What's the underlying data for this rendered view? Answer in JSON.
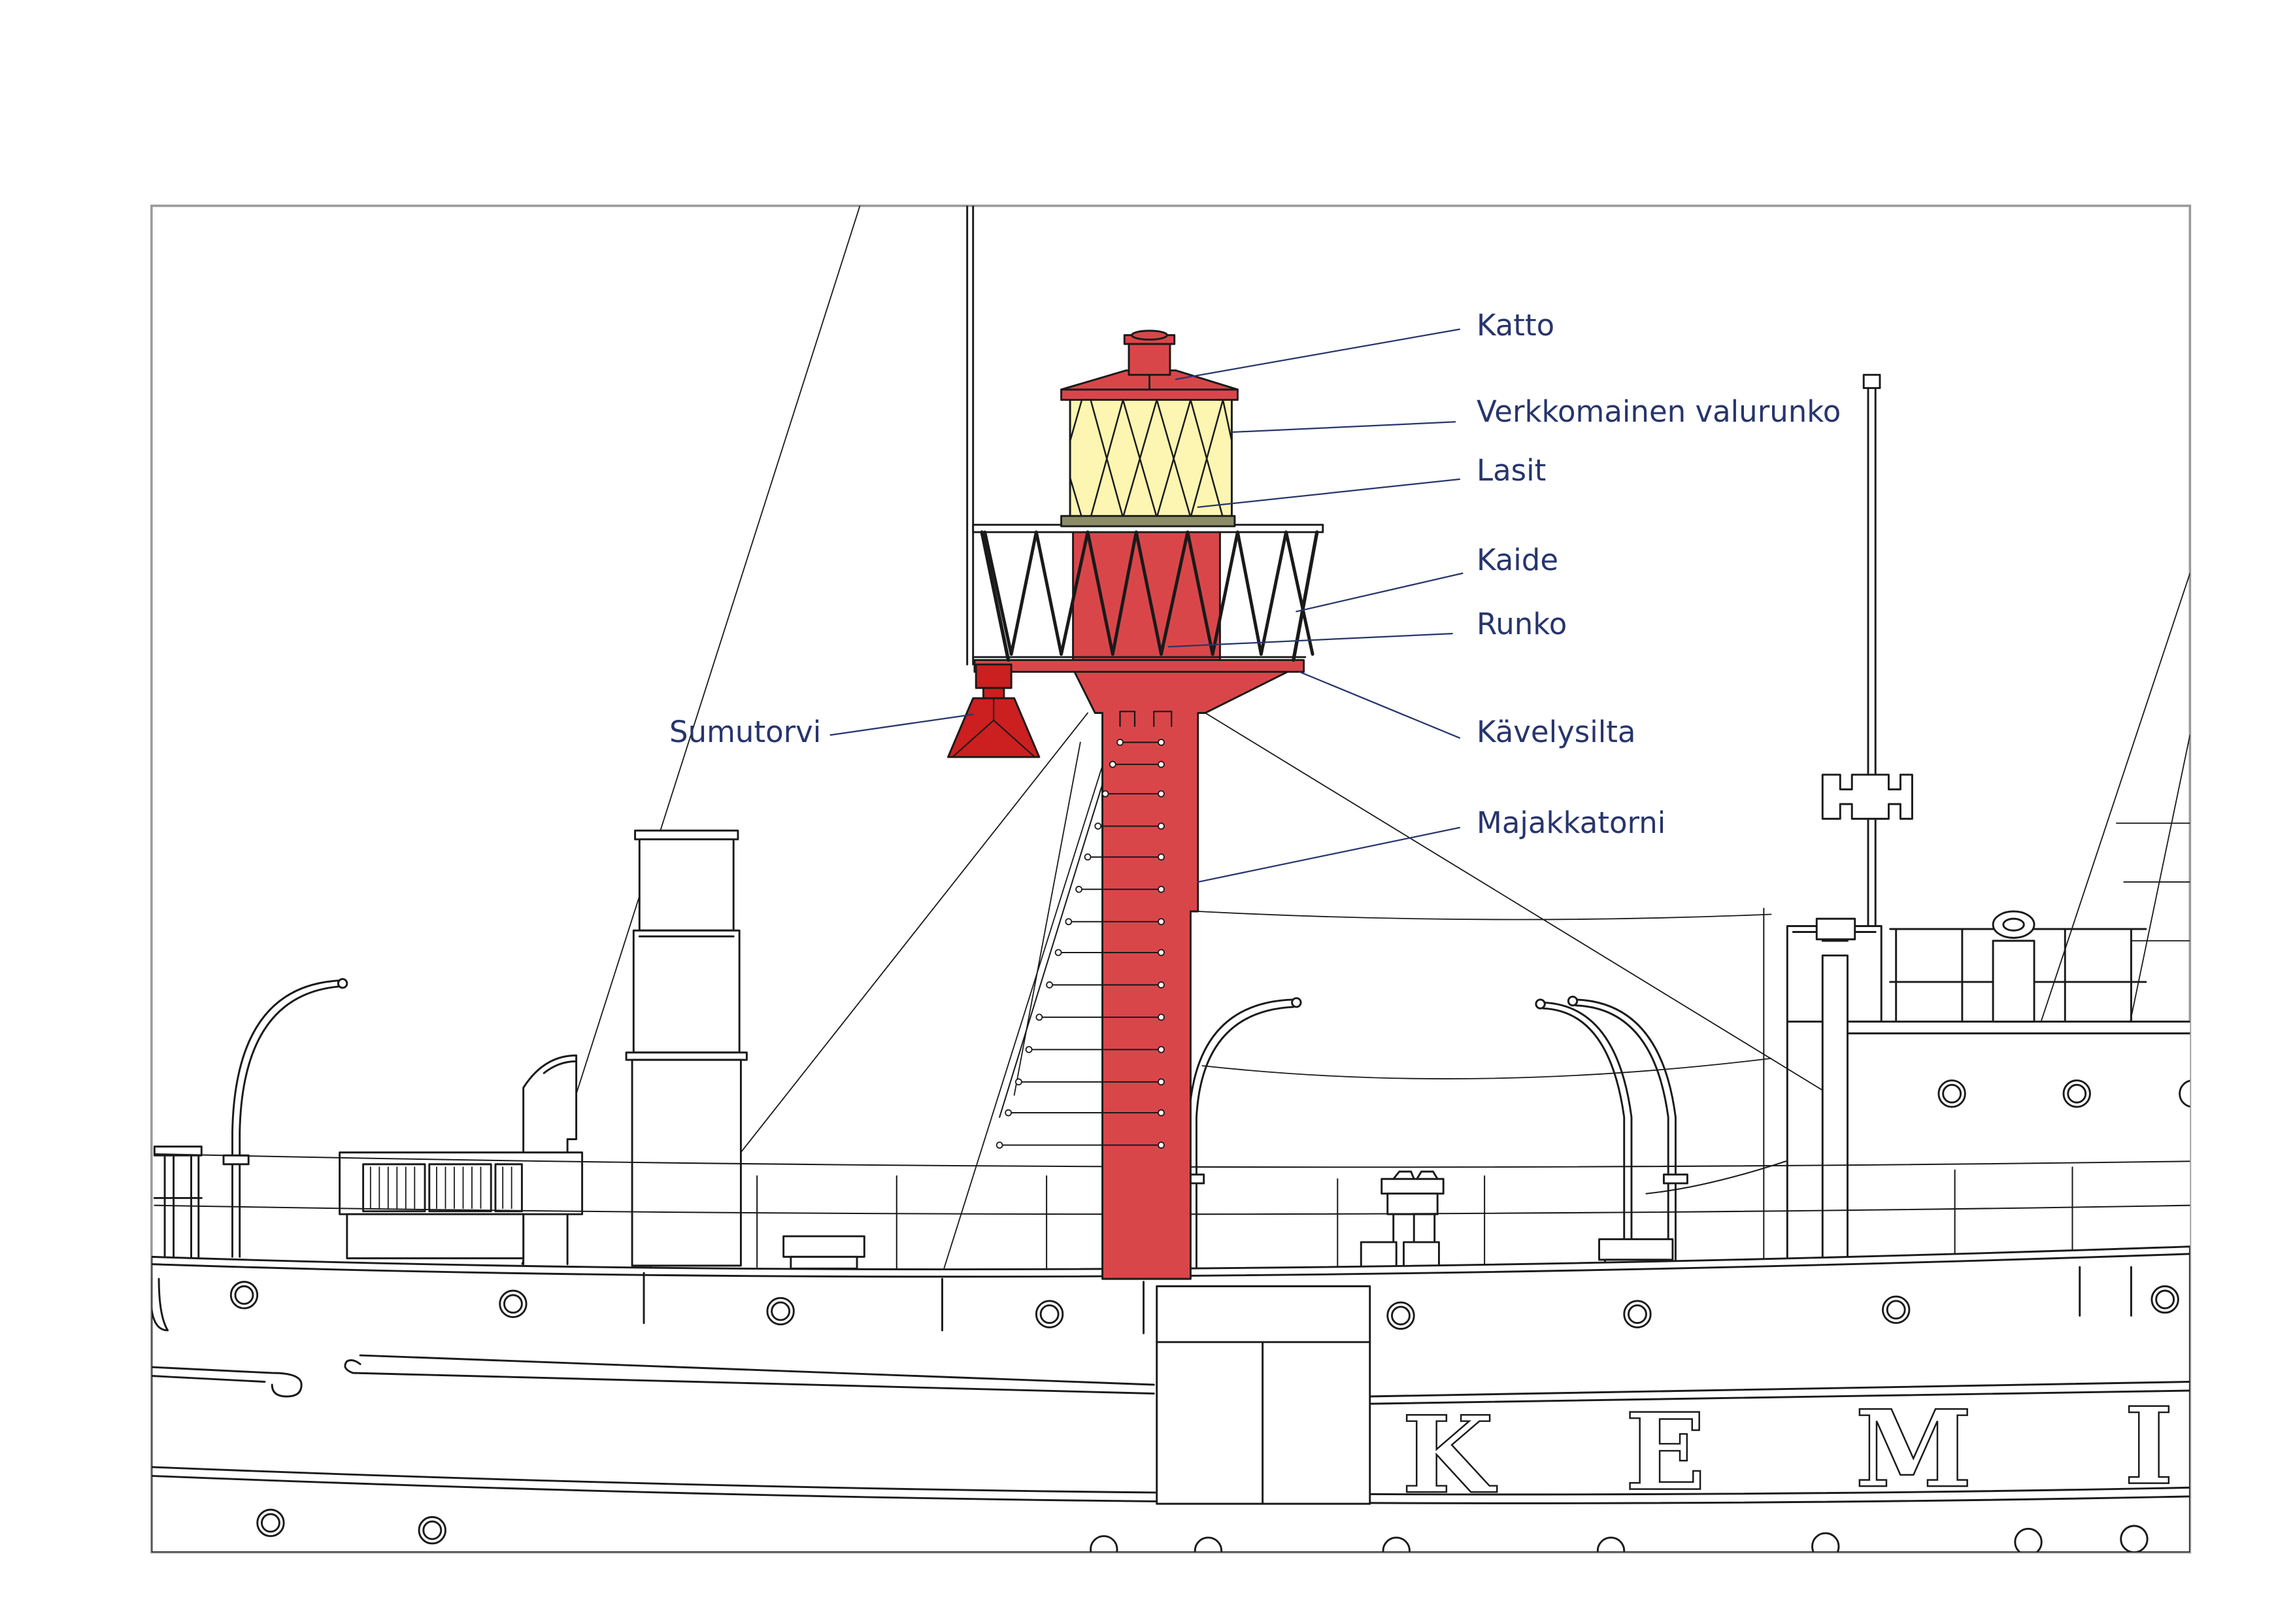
{
  "labels": {
    "katto": "Katto",
    "verkkomainen_valurunko": "Verkkomainen valurunko",
    "lasit": "Lasit",
    "kaide": "Kaide",
    "runko": "Runko",
    "kavelysilta": "Kävelysilta",
    "majakkatorni": "Majakkatorni",
    "sumutorvi": "Sumutorvi"
  },
  "hull_letters": [
    "K",
    "E",
    "M",
    "I"
  ],
  "colors": {
    "tower_red": "#d9464a",
    "horn_red": "#cc1f1f",
    "glass_yellow": "#fdf6b2",
    "label_blue": "#27356d",
    "line": "#1a1a1a",
    "frame": "#9a9a9a"
  }
}
